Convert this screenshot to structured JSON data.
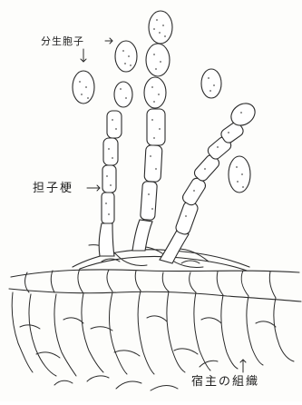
{
  "labels": {
    "conidia": "分生胞子",
    "conidiophore": "担子梗",
    "host_tissue": "宿主の組織"
  }
}
